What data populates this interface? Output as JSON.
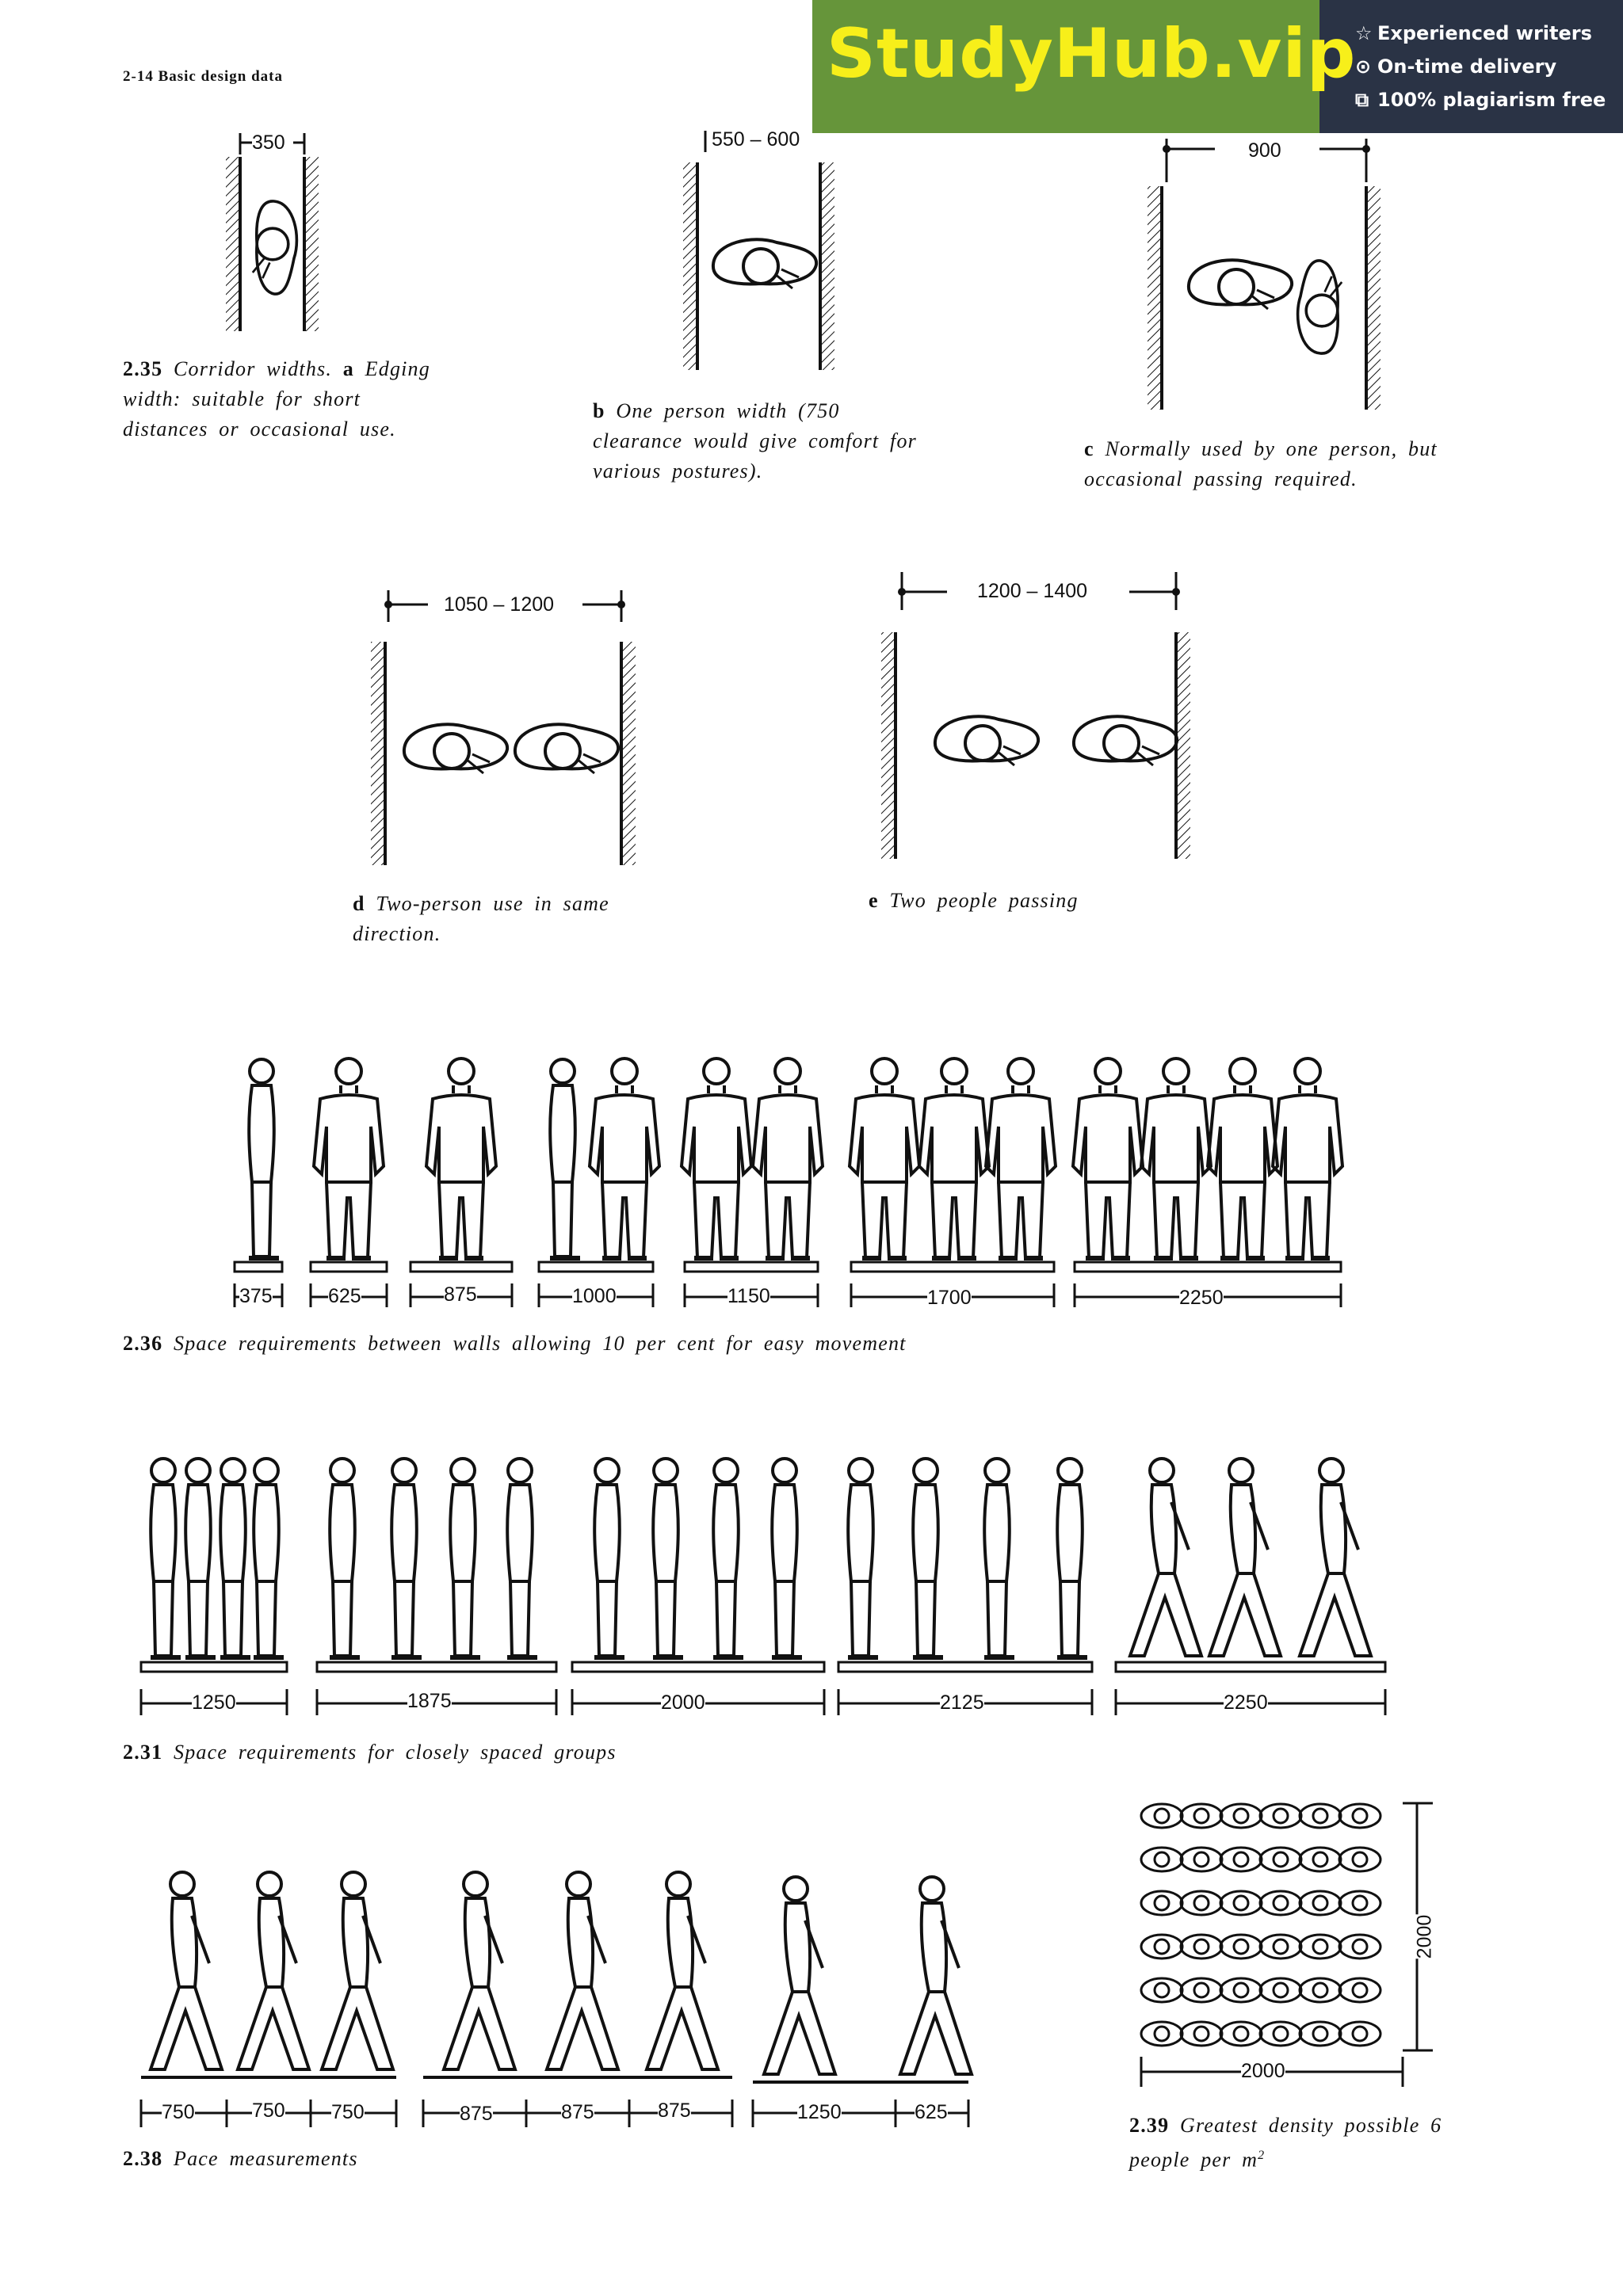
{
  "header": "2-14 Basic design data",
  "banner": {
    "brand": "StudyHub.vip",
    "features": [
      {
        "icon": "star-icon",
        "glyph": "☆",
        "text": "Experienced writers"
      },
      {
        "icon": "clock-icon",
        "glyph": "⊙",
        "text": "On-time delivery"
      },
      {
        "icon": "copy-icon",
        "glyph": "⧉",
        "text": "100% plagiarism free"
      }
    ]
  },
  "fig235": {
    "a": {
      "dim": "350",
      "num": "2.35",
      "cap_start": "Corridor widths.",
      "letter": "a",
      "cap_rest_l1": "Edging",
      "cap_l2": "width: suitable for short",
      "cap_l3": "distances or occasional use."
    },
    "b": {
      "dim": "550 – 600",
      "letter": "b",
      "cap_l1": "One person width (750",
      "cap_l2": "clearance would give comfort for",
      "cap_l3": "various postures)."
    },
    "c": {
      "dim": "900",
      "letter": "c",
      "cap_l1": "Normally used by one person, but",
      "cap_l2": "occasional passing required."
    },
    "d": {
      "dim": "1050 – 1200",
      "letter": "d",
      "cap_l1": "Two-person use in same",
      "cap_l2": "direction."
    },
    "e": {
      "dim": "1200 – 1400",
      "letter": "e",
      "cap_l1": "Two people passing"
    }
  },
  "fig236": {
    "num": "2.36",
    "caption": "Space requirements between walls allowing 10 per cent for easy movement",
    "dims": [
      "375",
      "625",
      "875",
      "1000",
      "1150",
      "1700",
      "2250"
    ]
  },
  "fig231": {
    "num": "2.31",
    "caption": "Space requirements for closely spaced groups",
    "dims": [
      "1250",
      "1875",
      "2000",
      "2125",
      "2250"
    ]
  },
  "fig238": {
    "num": "2.38",
    "caption": "Pace measurements",
    "dims": [
      "750",
      "750",
      "750",
      "875",
      "875",
      "875",
      "1250",
      "625"
    ]
  },
  "fig239": {
    "num": "2.39",
    "caption_l1": "Greatest density possible 6",
    "caption_l2": "people per m",
    "sup": "2",
    "dim_h": "2000",
    "dim_v": "2000"
  },
  "colors": {
    "banner_green": "#66953a",
    "banner_navy": "#2a3345",
    "brand_yellow": "#f7ef1a"
  }
}
